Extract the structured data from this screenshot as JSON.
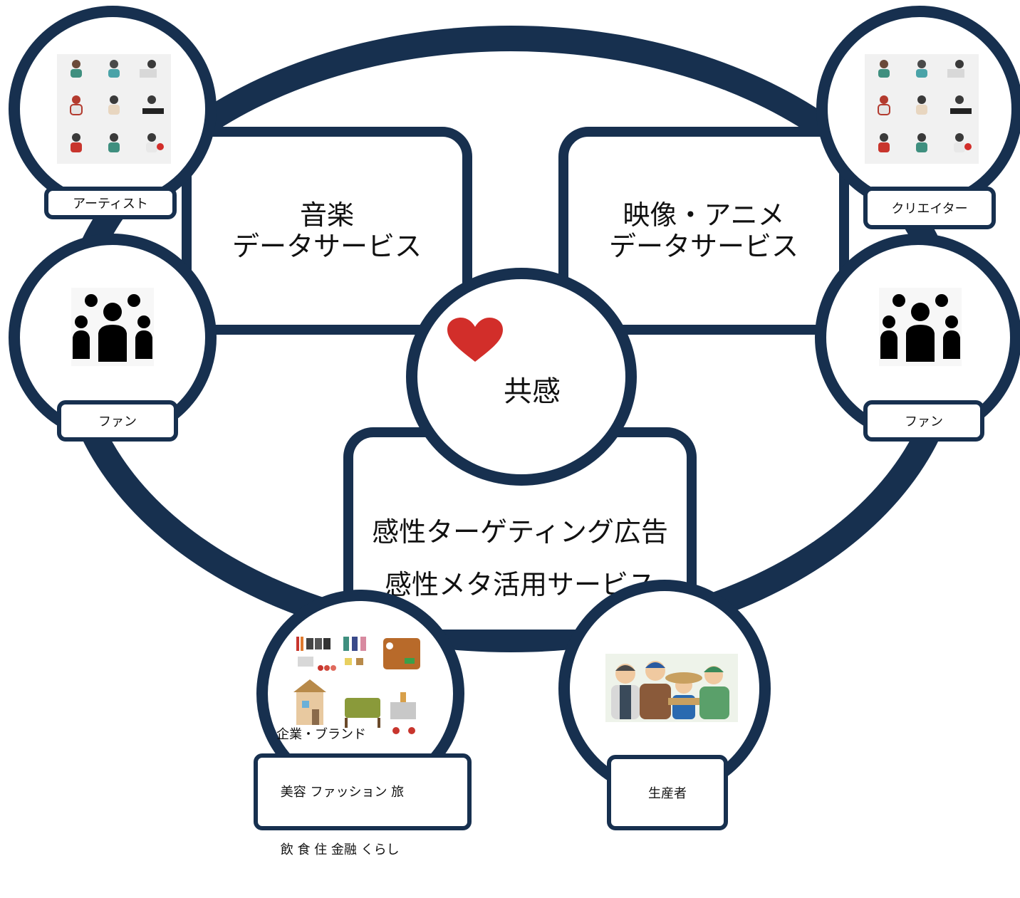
{
  "colors": {
    "navy": "#17304f",
    "heart": "#d22e2a",
    "background": "#ffffff"
  },
  "center": {
    "text": "共感",
    "icon": "heart-icon"
  },
  "panels": {
    "music": [
      "音楽",
      "データサービス"
    ],
    "video": [
      "映像・アニメ",
      "データサービス"
    ],
    "ads": [
      "感性ターゲティング広告",
      "感性メタ活用サービス"
    ]
  },
  "labels": {
    "artist": "アーティスト",
    "fan_left": "ファン",
    "creator": "クリエイター",
    "fan_right": "ファン",
    "business": [
      "企業・ブランド",
      " 美容 ファッション 旅",
      " 飲 食 住 金融 くらし"
    ],
    "producer": "生産者"
  },
  "icons": {
    "artists": "artist-portraits-icon",
    "creators": "creator-portraits-icon",
    "fans": "group-people-icon",
    "business": "lifestyle-goods-icon",
    "producers": "farmers-icon"
  }
}
